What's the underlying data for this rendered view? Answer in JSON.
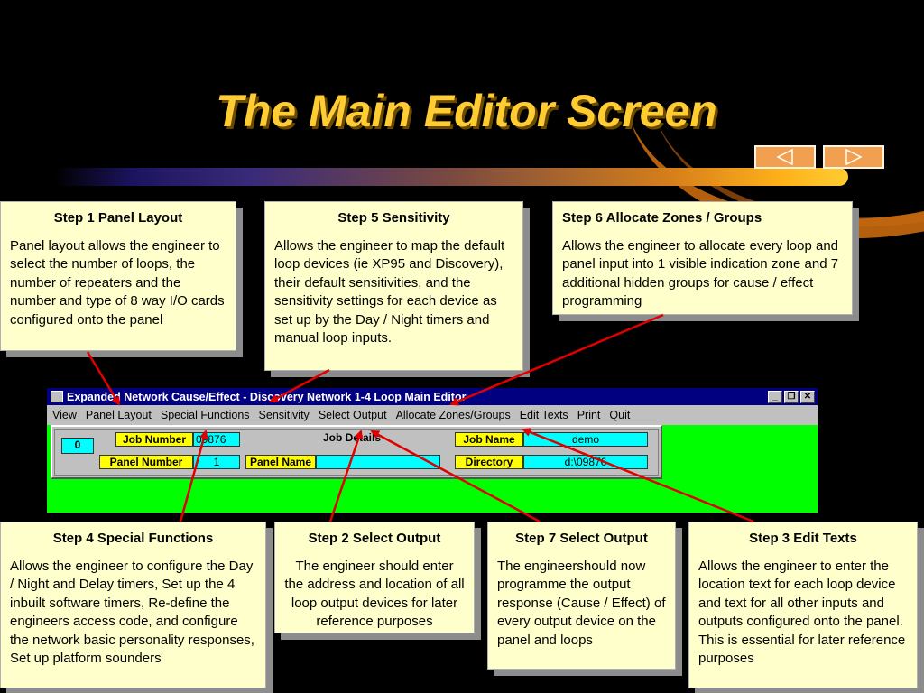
{
  "slide": {
    "title": "The Main Editor Screen",
    "nav": {
      "prev_icon": "triangle-left-icon",
      "next_icon": "triangle-right-icon"
    }
  },
  "callouts": {
    "step1": {
      "heading": "Step 1 Panel Layout",
      "text": "Panel layout allows the engineer to select the number of loops, the number of repeaters and the number and type of 8 way I/O cards configured onto the panel"
    },
    "step5": {
      "heading": "Step 5 Sensitivity",
      "text": "Allows the engineer to map the default loop devices (ie XP95 and Discovery), their default sensitivities, and the sensitivity settings for each device as set up by the Day / Night timers and manual loop inputs."
    },
    "step6": {
      "heading": "Step 6 Allocate Zones / Groups",
      "text": "Allows the engineer to allocate every loop and panel input into 1 visible indication zone and 7 additional hidden groups for cause / effect programming"
    },
    "step4": {
      "heading": "Step 4 Special Functions",
      "text": "Allows the engineer to configure the Day / Night and Delay timers, Set up the 4 inbuilt software timers, Re-define the engineers access code, and configure the network basic personality responses, Set up platform sounders"
    },
    "step2": {
      "heading": "Step 2 Select Output",
      "text": "The engineer should enter the address and location of all loop output devices for later reference purposes"
    },
    "step7": {
      "heading": "Step 7 Select Output",
      "text": "The engineershould now programme the output response (Cause / Effect) of every output device on the panel and loops"
    },
    "step3": {
      "heading": "Step 3 Edit Texts",
      "text": "Allows the engineer to enter the location text for each loop device and text for all other inputs and outputs configured onto the panel.  This is essential for later reference purposes"
    }
  },
  "window": {
    "title": "Expanded Network Cause/Effect - Discovery Network 1-4 Loop Main Editor",
    "controls": {
      "minimize": "_",
      "restore": "❐",
      "close": "✕"
    },
    "menu": [
      "View",
      "Panel Layout",
      "Special Functions",
      "Sensitivity",
      "Select Output",
      "Allocate Zones/Groups",
      "Edit Texts",
      "Print",
      "Quit"
    ],
    "job": {
      "counter": "0",
      "job_number_label": "Job Number",
      "job_number": "09876",
      "details_label": "Job Details",
      "job_name_label": "Job Name",
      "job_name": "demo",
      "panel_number_label": "Panel Number",
      "panel_number": "1",
      "panel_name_label": "Panel Name",
      "panel_name": "",
      "directory_label": "Directory",
      "directory": "d:\\09876"
    }
  },
  "colors": {
    "title": "#ffcc33",
    "callout_bg": "#ffffcc",
    "arrow": "#e00000",
    "window_bg": "#00ff00",
    "label_bg": "#ffff00",
    "value_bg": "#00ffff"
  }
}
